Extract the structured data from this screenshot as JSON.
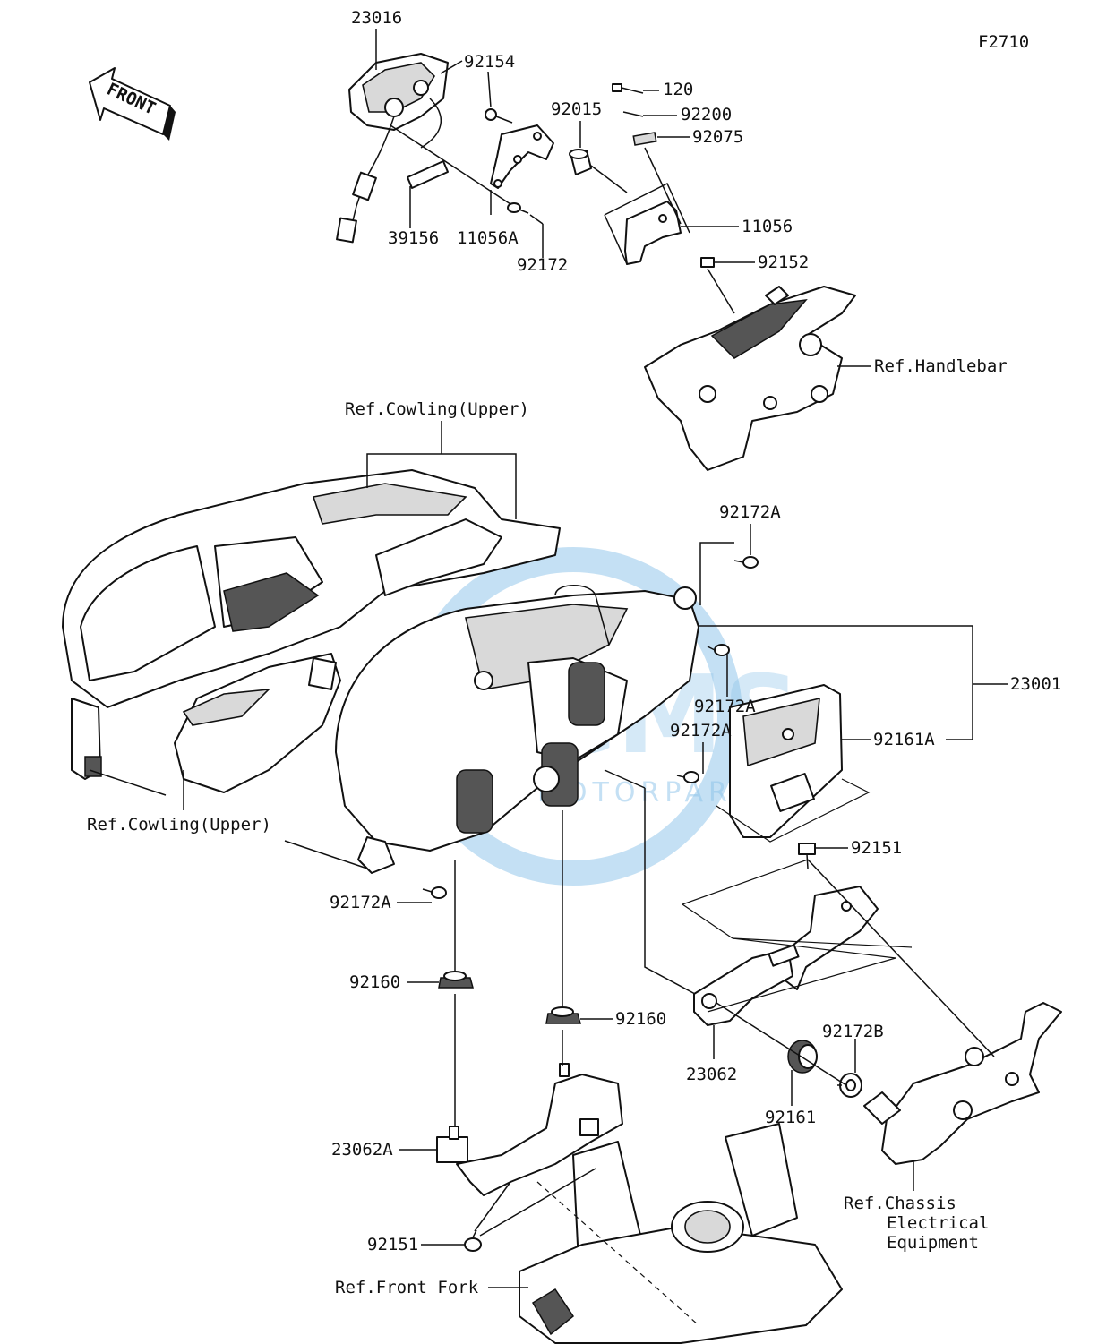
{
  "diagram": {
    "figure_code": "F2710",
    "direction_label": "FRONT",
    "watermark": {
      "brand": "CMS",
      "sub": "MOTORPARTS",
      "color": "#2a8fd6"
    },
    "part_labels": {
      "p23016": "23016",
      "p92154": "92154",
      "p120": "120",
      "p92200": "92200",
      "p92015": "92015",
      "p92075": "92075",
      "p11056": "11056",
      "p92152": "92152",
      "p39156": "39156",
      "p11056A": "11056A",
      "p92172": "92172",
      "p92172A_top": "92172A",
      "p92172A_mid1": "92172A",
      "p92172A_mid2": "92172A",
      "p92172A_low": "92172A",
      "p23001": "23001",
      "p92161A": "92161A",
      "p92151_right": "92151",
      "p92160_left": "92160",
      "p92160_mid": "92160",
      "p92172B": "92172B",
      "p23062": "23062",
      "p92161": "92161",
      "p23062A": "23062A",
      "p92151_bottom": "92151"
    },
    "references": {
      "handlebar": "Ref.Handlebar",
      "cowling_upper_top": "Ref.Cowling(Upper)",
      "cowling_upper_left": "Ref.Cowling(Upper)",
      "chassis_line1": "Ref.Chassis",
      "chassis_line2": "Electrical",
      "chassis_line3": "Equipment",
      "front_fork": "Ref.Front Fork"
    }
  }
}
